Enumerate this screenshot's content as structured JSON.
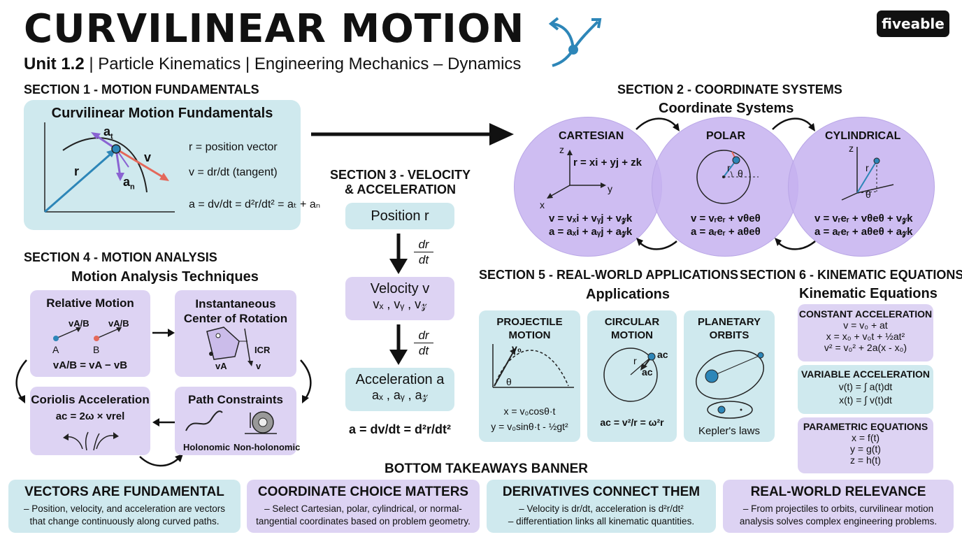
{
  "header": {
    "title": "CURVILINEAR MOTION",
    "subtitle_unit": "Unit 1.2",
    "subtitle_rest": " | Particle Kinematics | Engineering Mechanics – Dynamics",
    "brand": "fiveable"
  },
  "section1": {
    "heading": "SECTION 1 - MOTION FUNDAMENTALS",
    "card_title": "Curvilinear Motion Fundamentals",
    "labels": {
      "at": "a",
      "at_sub": "t",
      "an": "a",
      "an_sub": "n",
      "v": "v",
      "r": "r"
    },
    "eq_r": "r = position vector",
    "eq_v": "v = dr/dt (tangent)",
    "eq_a": "a = dv/dt = d²r/dt² = aₜ + aₙ"
  },
  "section2": {
    "heading": "SECTION 2 - COORDINATE SYSTEMS",
    "title": "Coordinate Systems",
    "cartesian": {
      "name": "CARTESIAN",
      "pos": "r = xi + yj + zk",
      "vel": "v = vₓi + vᵧj + v𝓏k",
      "acc": "a = aₓi + aᵧj + a𝓏k",
      "axis_x": "x",
      "axis_y": "y",
      "axis_z": "z"
    },
    "polar": {
      "name": "POLAR",
      "vel": "v = vᵣeᵣ + vθeθ",
      "acc": "a = aᵣeᵣ + aθeθ",
      "r": "r",
      "theta": "θ"
    },
    "cylindrical": {
      "name": "CYLINDRICAL",
      "vel": "v = vᵣeᵣ + vθeθ + v𝓏k",
      "acc": "a = aᵣeᵣ + aθeθ + a𝓏k",
      "r": "r",
      "z": "z",
      "theta": "θ"
    }
  },
  "section3": {
    "heading_line1": "SECTION 3 - VELOCITY",
    "heading_line2": "& ACCELERATION",
    "position": "Position r",
    "d1_top": "dr",
    "d1_bot": "dt",
    "velocity": "Velocity v",
    "velocity_comp": "vₓ , vᵧ , v𝓏",
    "d2_top": "dr",
    "d2_bot": "dt",
    "acceleration": "Acceleration a",
    "acceleration_comp": "aₓ , aᵧ , a𝓏",
    "eq": "a = dv/dt = d²r/dt²"
  },
  "section4": {
    "heading": "SECTION 4 - MOTION ANALYSIS",
    "title": "Motion Analysis Techniques",
    "relative": {
      "title": "Relative Motion",
      "va": "vA/B",
      "vb": "vA/B",
      "a": "A",
      "b": "B",
      "eq": "vA/B = vA − vB"
    },
    "icr": {
      "title_line1": "Instantaneous",
      "title_line2": "Center of Rotation",
      "icr": "ICR",
      "va": "vA",
      "v": "v"
    },
    "coriolis": {
      "title": "Coriolis Acceleration",
      "eq": "ac = 2ω × vrel"
    },
    "path": {
      "title": "Path Constraints",
      "holo": "Holonomic",
      "nonholo": "Non-holonomic"
    }
  },
  "section5": {
    "heading": "SECTION 5 - REAL-WORLD APPLICATIONS",
    "title": "Applications",
    "projectile": {
      "title_line1": "PROJECTILE",
      "title_line2": "MOTION",
      "v0": "v₀",
      "theta": "θ",
      "eq1": "x = v₀cosθ·t",
      "eq2": "y = v₀sinθ·t - ½gt²"
    },
    "circular": {
      "title_line1": "CIRCULAR",
      "title_line2": "MOTION",
      "r": "r",
      "ac": "ac",
      "eq": "ac = v²/r = ω²r"
    },
    "planetary": {
      "title_line1": "PLANETARY",
      "title_line2": "ORBITS",
      "kepler": "Kepler's laws"
    }
  },
  "section6": {
    "heading": "SECTION 6 - KINEMATIC EQUATIONS",
    "title": "Kinematic Equations",
    "constant": {
      "title": "CONSTANT ACCELERATION",
      "l1": "v = v₀ + at",
      "l2": "x = x₀ + v₀t + ½at²",
      "l3": "v² = v₀² + 2a(x - x₀)"
    },
    "variable": {
      "title": "VARIABLE ACCELERATION",
      "l1": "v(t) = ∫ a(t)dt",
      "l2": "x(t) = ∫ v(t)dt"
    },
    "parametric": {
      "title": "PARAMETRIC EQUATIONS",
      "l1": "x = f(t)",
      "l2": "y = g(t)",
      "l3": "z = h(t)"
    }
  },
  "banner": {
    "heading": "BOTTOM TAKEAWAYS BANNER",
    "items": [
      {
        "title": "VECTORS ARE FUNDAMENTAL",
        "line1": "– Position, velocity, and acceleration are vectors",
        "line2": "that change continuously along curved paths."
      },
      {
        "title": "COORDINATE CHOICE MATTERS",
        "line1": "– Select Cartesian, polar, cylindrical, or normal-",
        "line2": "tangential coordinates based on problem geometry."
      },
      {
        "title": "DERIVATIVES CONNECT THEM",
        "line1": "– Velocity is dr/dt, acceleration is d²r/dt²",
        "line2": "– differentiation links all kinematic quantities."
      },
      {
        "title": "REAL-WORLD RELEVANCE",
        "line1": "– From projectiles to orbits, curvilinear motion",
        "line2": "analysis solves complex engineering problems."
      }
    ]
  },
  "colors": {
    "teal": "#cfe9ee",
    "purple": "#ddd3f3",
    "blue_vector": "#2d86b8",
    "purple_vector": "#8a63d2",
    "red_vector": "#e4685a"
  }
}
